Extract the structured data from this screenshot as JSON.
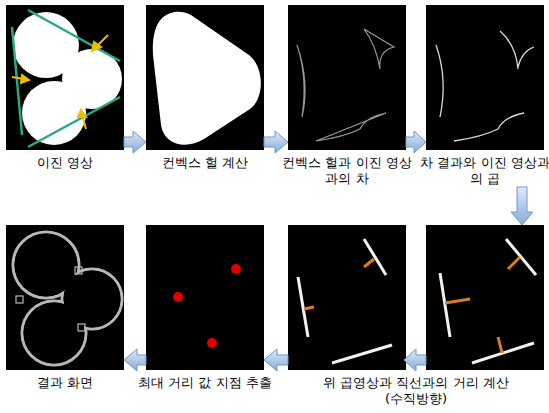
{
  "diagram": {
    "nodes": [
      {
        "text": [
          "이진 영상"
        ]
      },
      {
        "text": [
          "컨벡스 헐 계산"
        ]
      },
      {
        "text": [
          "컨벡스 헐과 이진 영상과의 차"
        ]
      },
      {
        "text": [
          "차 결과와 이진 영상과의 곱"
        ]
      },
      {
        "text": [
          "결과 화면"
        ]
      },
      {
        "text": [
          "최대 거리 값 지점 추출"
        ]
      },
      {
        "text": [
          "위 곱영상과 직선과의 거리 계산 (수직방향)"
        ]
      }
    ],
    "edges": [
      {
        "from": 0,
        "to": 1,
        "arrow": "to"
      },
      {
        "from": 1,
        "to": 2,
        "arrow": "to"
      },
      {
        "from": 2,
        "to": 3,
        "arrow": "to"
      },
      {
        "from": 3,
        "to": 6,
        "arrow": "to"
      },
      {
        "from": 6,
        "to": 5,
        "arrow": "to"
      },
      {
        "from": 5,
        "to": 4,
        "arrow": "to"
      }
    ]
  }
}
